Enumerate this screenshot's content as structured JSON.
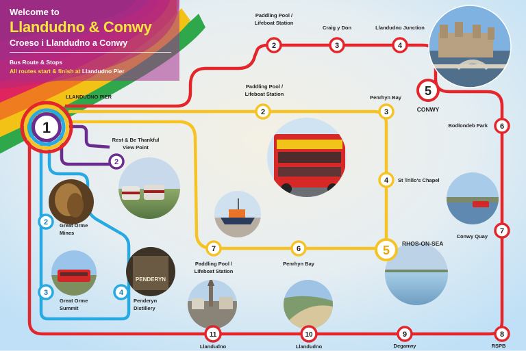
{
  "header": {
    "welcome": "Welcome to",
    "title": "Llandudno & Conwy",
    "welsh_title": "Croeso i Llandudno a Conwy",
    "section": "Bus Route & Stops",
    "all_routes_prefix": "All routes start & finish at",
    "all_routes_place": "Llandudno Pier"
  },
  "colors": {
    "red_route": "#e2262b",
    "yellow_route": "#f6c324",
    "blue_route": "#28a9e1",
    "purple_route": "#6c2c8f",
    "background": "#dcecf7"
  },
  "hub": {
    "number": "1",
    "label": "LLANDUDNO PIER"
  },
  "stops": {
    "red": [
      {
        "num": "2",
        "label_1": "Paddling Pool /",
        "label_2": "Lifeboat Station"
      },
      {
        "num": "3",
        "label_1": "Craig y Don"
      },
      {
        "num": "4",
        "label_1": "Llandudno Junction"
      },
      {
        "num": "5",
        "label_1": "CONWY"
      },
      {
        "num": "6",
        "label_1": "Bodlondeb Park"
      },
      {
        "num": "7",
        "label_1": "Conwy Quay"
      },
      {
        "num": "8",
        "label_1": "RSPB"
      },
      {
        "num": "9",
        "label_1": "Deganwy"
      },
      {
        "num": "10",
        "label_1": "Llandudno"
      },
      {
        "num": "11",
        "label_1": "Llandudno"
      }
    ],
    "yellow": [
      {
        "num": "2",
        "label_1": "Paddling Pool /",
        "label_2": "Lifeboat Station"
      },
      {
        "num": "3",
        "label_1": "Penrhyn Bay"
      },
      {
        "num": "4",
        "label_1": "St Trillo's Chapel"
      },
      {
        "num": "5",
        "label_1": "RHOS-ON-SEA"
      },
      {
        "num": "6",
        "label_1": "Penrhyn Bay"
      },
      {
        "num": "7",
        "label_1": "Paddling Pool /",
        "label_2": "Lifeboat Station"
      }
    ],
    "purple": [
      {
        "num": "2",
        "label_1": "Rest & Be Thankful",
        "label_2": "View Point"
      }
    ],
    "blue": [
      {
        "num": "2",
        "label_1": "Great Orme",
        "label_2": "Mines"
      },
      {
        "num": "3",
        "label_1": "Great Orme",
        "label_2": "Summit"
      },
      {
        "num": "4",
        "label_1": "Penderyn",
        "label_2": "Distillery"
      }
    ]
  },
  "photo_labels": {
    "penderyn_sign": "PENDERYN"
  }
}
